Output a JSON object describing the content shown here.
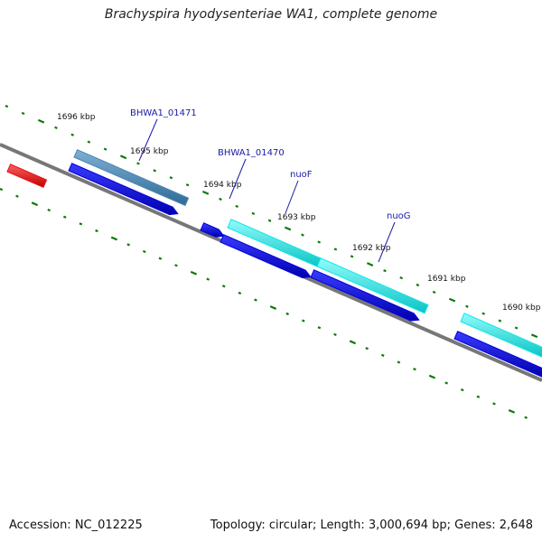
{
  "title": "Brachyspira hyodysenteriae WA1, complete genome",
  "footer": {
    "accession": "Accession: NC_012225",
    "stats": "Topology: circular; Length: 3,000,694 bp; Genes: 2,648"
  },
  "tick_labels": [
    "1696 kbp",
    "1695 kbp",
    "1694 kbp",
    "1693 kbp",
    "1692 kbp",
    "1691 kbp",
    "1690 kbp"
  ],
  "gene_labels": [
    "BHWA1_01471",
    "BHWA1_01470",
    "nuoF",
    "nuoG"
  ],
  "colors": {
    "backbone": "#777777",
    "cds_blue": "#0000dd",
    "cds_cyan": "#11e6e6",
    "cds_steel": "#4a86b4",
    "rna_red": "#e81414",
    "tick_green": "#0a7a0a",
    "label_blue": "#1a1aa8"
  }
}
